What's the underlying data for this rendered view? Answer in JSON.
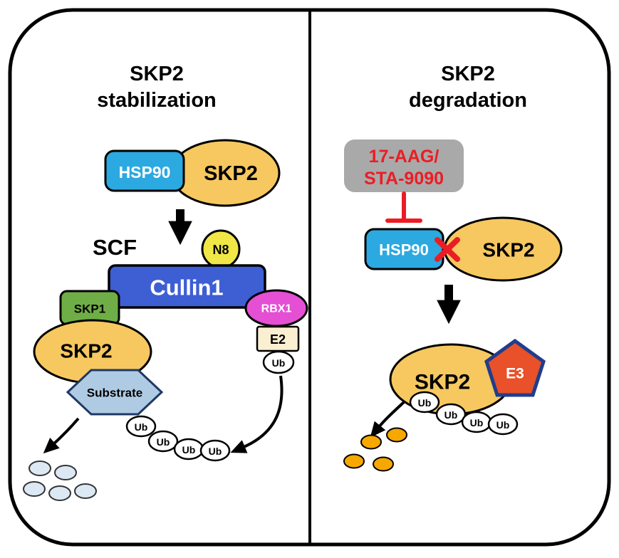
{
  "figure": {
    "left_panel": {
      "title_line1": "SKP2",
      "title_line2": "stabilization",
      "hsp90": "HSP90",
      "skp2_complex": "SKP2",
      "scf": "SCF",
      "n8": "N8",
      "cullin1": "Cullin1",
      "skp1": "SKP1",
      "rbx1": "RBX1",
      "e2": "E2",
      "e2_ub": "Ub",
      "skp2": "SKP2",
      "substrate": "Substrate",
      "ub_chain": [
        "Ub",
        "Ub",
        "Ub",
        "Ub"
      ]
    },
    "right_panel": {
      "title_line1": "SKP2",
      "title_line2": "degradation",
      "inhibitor_line1": "17-AAG/",
      "inhibitor_line2": "STA-9090",
      "hsp90": "HSP90",
      "skp2_complex": "SKP2",
      "skp2": "SKP2",
      "e3": "E3",
      "ub_chain": [
        "Ub",
        "Ub",
        "Ub",
        "Ub"
      ]
    },
    "colors": {
      "hsp90_fill": "#2BA9E0",
      "skp2_fill": "#F6C85F",
      "cullin1_fill": "#3D5FD3",
      "skp1_fill": "#6FAE46",
      "rbx1_fill": "#E44FD4",
      "e2_fill": "#FBEFD2",
      "n8_fill": "#F0E646",
      "substrate_fill": "#AFCBE4",
      "substrate_stroke": "#1F3864",
      "e3_fill": "#E85129",
      "e3_stroke": "#203D8C",
      "inhibitor_box_fill": "#A9A9A9",
      "inhibitor_text_color": "#EC1C24",
      "inhibition_color": "#EC1C24",
      "fragment_left_fill": "#DCE9F5",
      "fragment_right_fill": "#F6A800"
    }
  }
}
